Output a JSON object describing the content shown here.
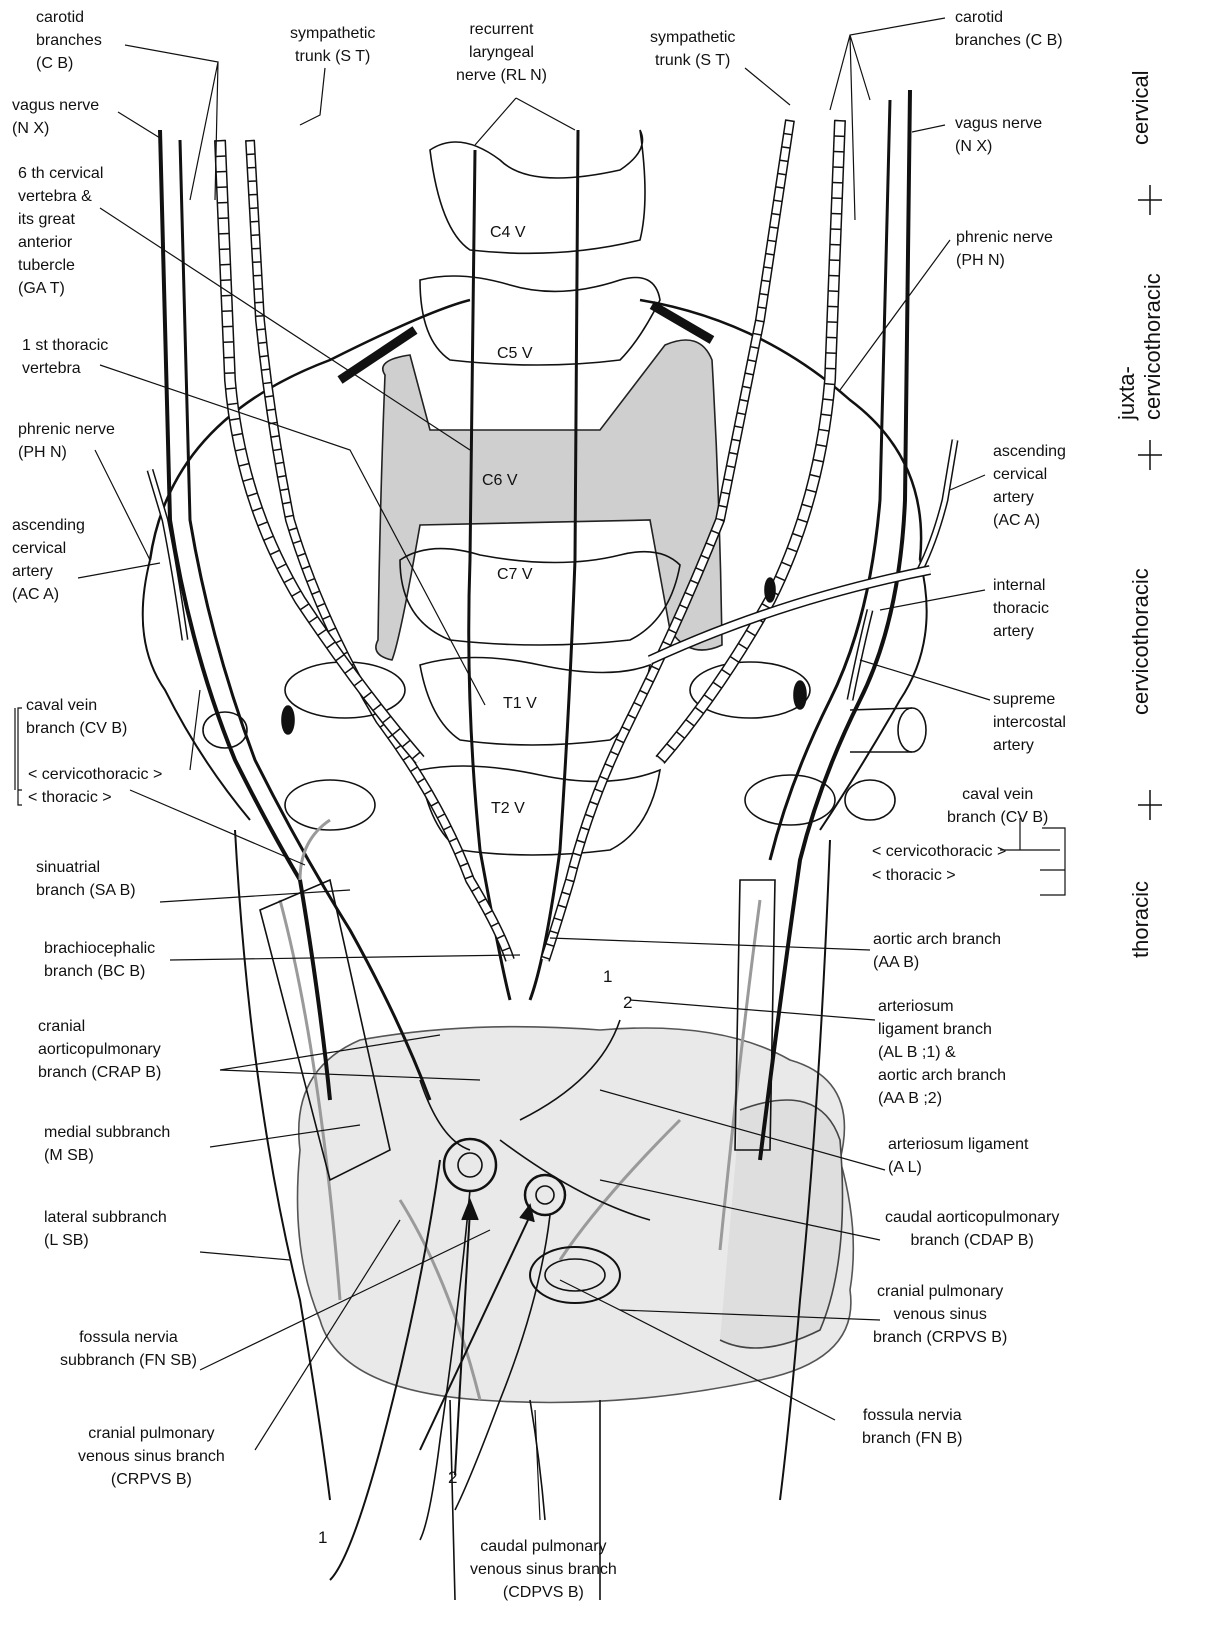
{
  "labels": {
    "carotid_left": "carotid\nbranches\n(C B)",
    "symp_left": "sympathetic\ntrunk (S T)",
    "rln": "recurrent\nlaryngeal\nnerve (RL N)",
    "symp_right": "sympathetic\ntrunk (S T)",
    "carotid_right": "carotid\nbranches (C B)",
    "vagus_left": "vagus nerve\n(N X)",
    "vagus_right": "vagus nerve\n(N X)",
    "c6_vert": "6 th cervical\nvertebra &\nits great\nanterior\ntubercle\n(GA T)",
    "phrenic_right": "phrenic nerve\n(PH N)",
    "t1_vert": "1 st thoracic\nvertebra",
    "phrenic_left": "phrenic nerve\n(PH N)",
    "asc_cerv_right": "ascending\ncervical\nartery\n(AC A)",
    "asc_cerv_left": "ascending\ncervical\nartery\n(AC A)",
    "internal_thoracic": "internal\nthoracic\nartery",
    "supreme_intercostal": "supreme\nintercostal\nartery",
    "caval_left": "caval vein\nbranch (CV B)",
    "cervicothoracic_left": "< cervicothoracic >",
    "thoracic_left": "< thoracic >",
    "caval_right": "caval vein\nbranch (CV B)",
    "cervicothoracic_right": "< cervicothoracic >",
    "thoracic_right": "< thoracic >",
    "sinuatrial": "sinuatrial\nbranch (SA B)",
    "brachiocephalic": "brachiocephalic\nbranch (BC B)",
    "aortic_arch": "aortic arch branch\n(AA B)",
    "cranial_aortico": "cranial\naorticopulmonary\nbranch (CRAP B)",
    "arteriosum_branch": "arteriosum\nligament branch\n(AL B ;1) &\naortic arch branch\n(AA B ;2)",
    "medial_sub": "medial subbranch\n(M SB)",
    "arteriosum_lig": "arteriosum ligament\n(A L)",
    "lateral_sub": "lateral subbranch\n(L SB)",
    "caudal_aortico": "caudal aorticopulmonary\nbranch (CDAP B)",
    "cranial_pvs_right": "cranial pulmonary\nvenous sinus\nbranch (CRPVS B)",
    "fossula_sub": "fossula nervia\nsubbranch (FN SB)",
    "fossula_branch": "fossula nervia\nbranch (FN B)",
    "cranial_pvs_left": "cranial pulmonary\nvenous sinus branch\n(CRPVS B)",
    "caudal_pvs": "caudal pulmonary\nvenous sinus branch\n(CDPVS B)"
  },
  "vertebrae": [
    "C4 V",
    "C5 V",
    "C6 V",
    "C7 V",
    "T1 V",
    "T2 V"
  ],
  "numbers": [
    "1",
    "2",
    "1",
    "2"
  ],
  "regions": {
    "cervical": "cervical",
    "juxta": "juxta-\ncervicothoracic",
    "cervicothoracic": "cervicothoracic",
    "thoracic": "thoracic"
  },
  "colors": {
    "shade": "#cfcfcf",
    "heart": "#e6e6e6",
    "ink": "#111111",
    "grey_line": "#9a9a9a"
  }
}
